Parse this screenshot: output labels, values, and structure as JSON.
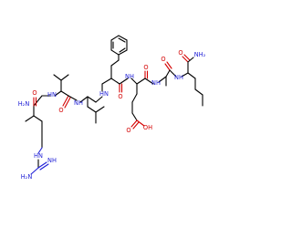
{
  "diagram": {
    "type": "chemical-structure",
    "atom_labels": {
      "arg_nh_left": "HN",
      "arg_imine": "NH",
      "arg_h2n": "H₂N",
      "arg_nh2_alpha": "H₂N",
      "val_nh": "HN",
      "val_o": "O",
      "amide_nh_1": "NH",
      "amide_o_1": "O",
      "reduced_nh": "HN",
      "amide_nh_2": "NH",
      "phe_o": "O",
      "glu_o": "O",
      "amide_nh_3": "NH",
      "ala_nh": "NH",
      "ala_o": "O",
      "nle_nh2": "NH₂",
      "nle_o": "O",
      "acid_o": "O",
      "acid_oh": "OH"
    },
    "colors": {
      "bond": "#000000",
      "nitrogen": "#1f1fd6",
      "oxygen": "#d40000",
      "background": "#ffffff"
    }
  }
}
